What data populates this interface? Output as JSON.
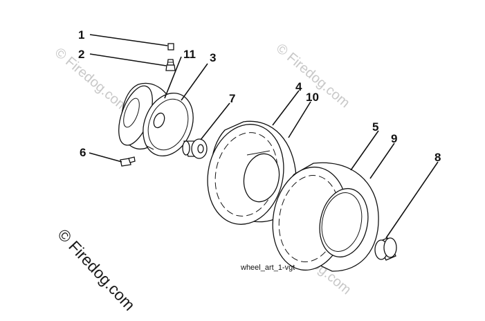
{
  "callouts": {
    "c1": "1",
    "c2": "2",
    "c3": "3",
    "c4": "4",
    "c5": "5",
    "c6": "6",
    "c7": "7",
    "c8": "8",
    "c9": "9",
    "c10": "10",
    "c11": "11"
  },
  "art_id": "wheel_art_1-vgt",
  "watermark": "© Firedog.com",
  "colors": {
    "line": "#111111",
    "watermark": "#c8c8c8",
    "background": "#ffffff"
  }
}
